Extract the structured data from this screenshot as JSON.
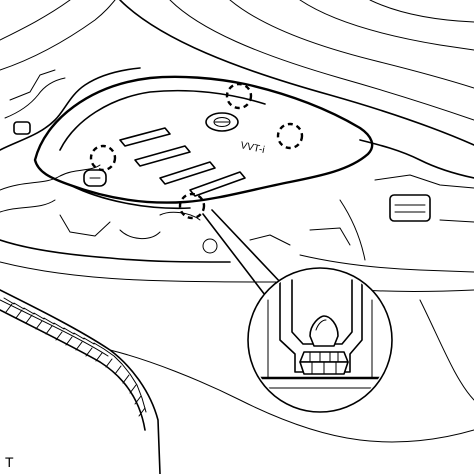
{
  "figure": {
    "code": "T",
    "emblem_text": "VVT-i"
  },
  "callouts": {
    "count": 4
  }
}
